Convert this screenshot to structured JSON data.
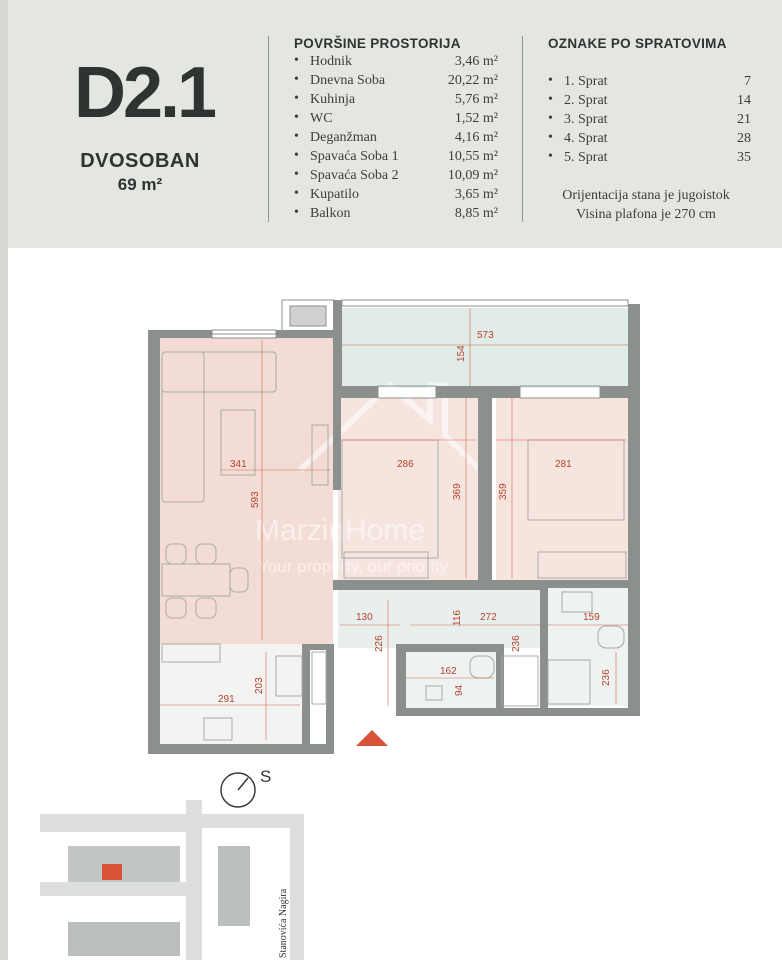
{
  "unit": {
    "code": "D2.1",
    "type": "DVOSOBAN",
    "area": "69 m²"
  },
  "rooms": {
    "title": "POVRŠINE PROSTORIJA",
    "items": [
      {
        "name": "Hodnik",
        "area": "3,46 m²"
      },
      {
        "name": "Dnevna Soba",
        "area": "20,22 m²"
      },
      {
        "name": "Kuhinja",
        "area": "5,76 m²"
      },
      {
        "name": "WC",
        "area": "1,52 m²"
      },
      {
        "name": "Deganžman",
        "area": "4,16 m²"
      },
      {
        "name": "Spavaća Soba 1",
        "area": "10,55 m²"
      },
      {
        "name": "Spavaća Soba 2",
        "area": "10,09 m²"
      },
      {
        "name": "Kupatilo",
        "area": "3,65 m²"
      },
      {
        "name": "Balkon",
        "area": "8,85 m²"
      }
    ]
  },
  "floors": {
    "title": "OZNAKE PO SPRATOVIMA",
    "items": [
      {
        "name": "1. Sprat",
        "code": "7"
      },
      {
        "name": "2. Sprat",
        "code": "14"
      },
      {
        "name": "3. Sprat",
        "code": "21"
      },
      {
        "name": "4. Sprat",
        "code": "28"
      },
      {
        "name": "5. Sprat",
        "code": "35"
      }
    ]
  },
  "notes": {
    "orientation": "Orijentacija stana je jugoistok",
    "ceiling": "Visina plafona je 270 cm"
  },
  "bullet": "•",
  "plan": {
    "dimensions": [
      "573",
      "154",
      "341",
      "593",
      "286",
      "369",
      "281",
      "359",
      "130",
      "116",
      "272",
      "159",
      "226",
      "162",
      "94",
      "236",
      "236",
      "291",
      "203"
    ],
    "watermark": {
      "brand": "MarzinHome",
      "tagline": "Your property, our priority"
    }
  },
  "site": {
    "compass": "S",
    "street": "Stanovića Nagira"
  },
  "colors": {
    "header_bg": "#e4e6e2",
    "wall": "#8c908d",
    "living_fill": "#f2dcd6",
    "balcony_fill": "#e0eae6",
    "marker": "#d9533a"
  }
}
